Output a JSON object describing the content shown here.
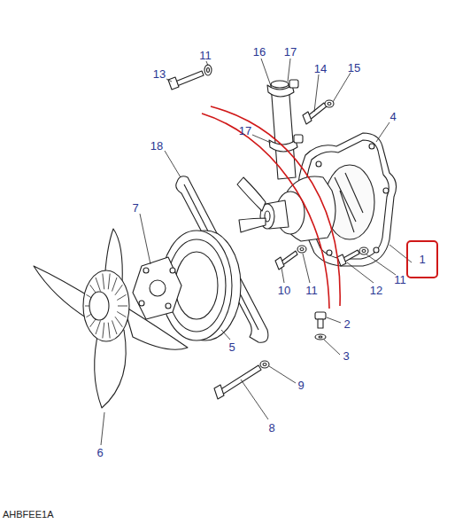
{
  "diagram": {
    "nodes": [
      {
        "text": [
          "1"
        ]
      }
    ],
    "labels": [
      "11",
      "16",
      "17",
      "13",
      "14",
      "15",
      "4",
      "17",
      "18",
      "7",
      "10",
      "11",
      "12",
      "11",
      "2",
      "3",
      "5",
      "9",
      "8",
      "6",
      "AHBFEE1A"
    ]
  }
}
